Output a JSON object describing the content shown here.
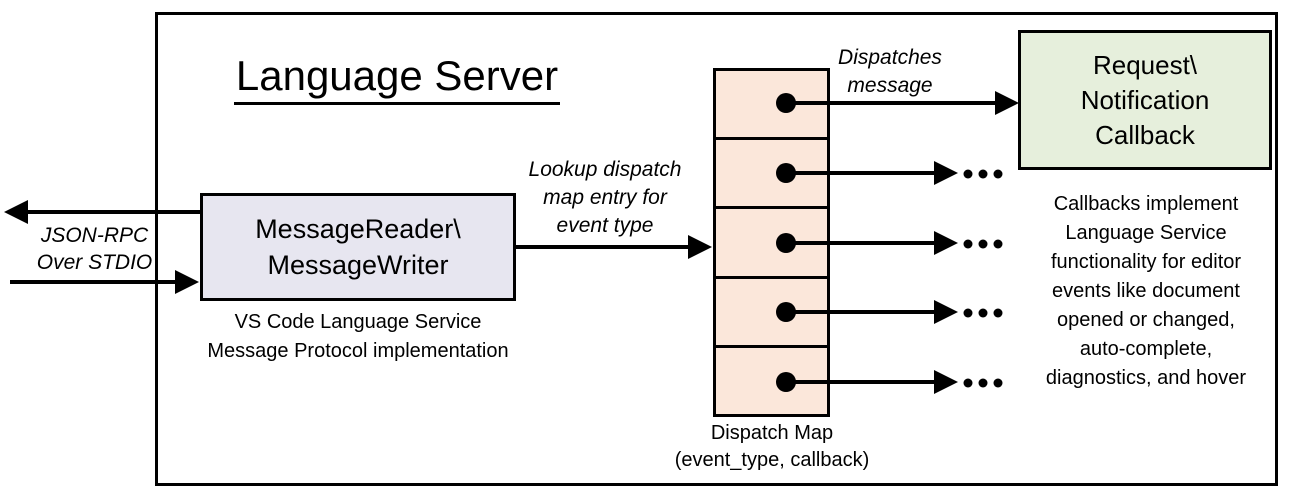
{
  "title": "Language Server",
  "stdio": {
    "label": "JSON-RPC\nOver STDIO"
  },
  "reader": {
    "box_label": "MessageReader\\\nMessageWriter",
    "caption": "VS Code Language Service\nMessage Protocol implementation"
  },
  "lookup": {
    "label": "Lookup dispatch\nmap entry for\nevent type"
  },
  "dispatch_map": {
    "caption": "Dispatch Map\n(event_type, callback)",
    "cell_count": 5,
    "ellipsis_glyph": "…",
    "ellipsis_row_count": 4
  },
  "dispatches": {
    "label": "Dispatches\nmessage"
  },
  "callback": {
    "box_label": "Request\\\nNotification\nCallback",
    "caption": "Callbacks implement\nLanguage Service\nfunctionality for editor\nevents like document\nopened or changed,\nauto-complete,\ndiagnostics, and hover"
  },
  "colors": {
    "reader_box_fill": "#E7E6F0",
    "callback_box_fill": "#E6EFDC",
    "dispatch_cell_fill": "#FBE7DA",
    "line": "#000000",
    "background": "#FFFFFF"
  }
}
